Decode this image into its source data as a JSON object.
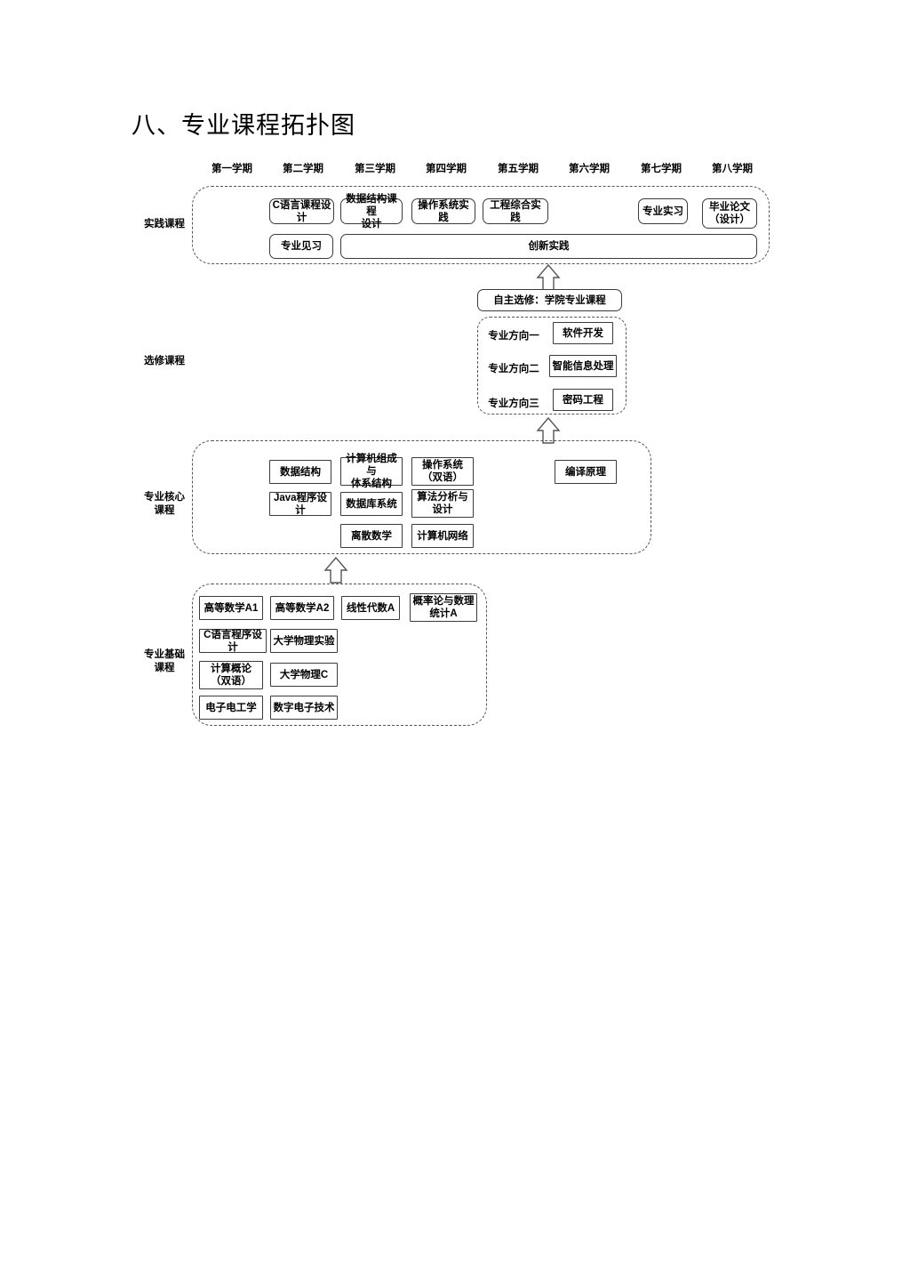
{
  "title": "八、专业课程拓扑图",
  "semesters": [
    {
      "label": "第一学期"
    },
    {
      "label": "第二学期"
    },
    {
      "label": "第三学期"
    },
    {
      "label": "第四学期"
    },
    {
      "label": "第五学期"
    },
    {
      "label": "第六学期"
    },
    {
      "label": "第七学期"
    },
    {
      "label": "第八学期"
    }
  ],
  "bands": [
    {
      "id": "practice",
      "label": "实践课程"
    },
    {
      "id": "elective",
      "label": "选修课程"
    },
    {
      "id": "core",
      "label": "专业核心\n课程"
    },
    {
      "id": "basic",
      "label": "专业基础\n课程"
    }
  ],
  "practice": {
    "row1": [
      {
        "name": "C语言课程设计"
      },
      {
        "name": "数据结构课程\n设计"
      },
      {
        "name": "操作系统实践"
      },
      {
        "name": "工程综合实践"
      },
      {
        "name": "专业实习"
      },
      {
        "name": "毕业论文\n（设计）"
      }
    ],
    "row2": [
      {
        "name": "专业见习"
      },
      {
        "name": "创新实践"
      }
    ]
  },
  "elective": {
    "header": "自主选修：学院专业课程",
    "directions": [
      {
        "label": "专业方向一",
        "course": "软件开发"
      },
      {
        "label": "专业方向二",
        "course": "智能信息处理"
      },
      {
        "label": "专业方向三",
        "course": "密码工程"
      }
    ]
  },
  "core": {
    "row1": [
      {
        "name": "数据结构"
      },
      {
        "name": "计算机组成与\n体系结构"
      },
      {
        "name": "操作系统\n（双语）"
      },
      {
        "name": "编译原理"
      }
    ],
    "row2": [
      {
        "name": "Java程序设计"
      },
      {
        "name": "数据库系统"
      },
      {
        "name": "算法分析与\n设计"
      }
    ],
    "row3": [
      {
        "name": "离散数学"
      },
      {
        "name": "计算机网络"
      }
    ]
  },
  "basic": {
    "row1": [
      {
        "name": "高等数学A1"
      },
      {
        "name": "高等数学A2"
      },
      {
        "name": "线性代数A"
      },
      {
        "name": "概率论与数理\n统计A"
      }
    ],
    "row2": [
      {
        "name": "C语言程序设计"
      },
      {
        "name": "大学物理实验"
      }
    ],
    "row3": [
      {
        "name": "计算概论\n（双语）"
      },
      {
        "name": "大学物理C"
      }
    ],
    "row4": [
      {
        "name": "电子电工学"
      },
      {
        "name": "数字电子技术"
      }
    ]
  },
  "colors": {
    "box_border": "#3b3b3b",
    "group_border": "#555555",
    "text": "#000000",
    "background": "#ffffff"
  }
}
